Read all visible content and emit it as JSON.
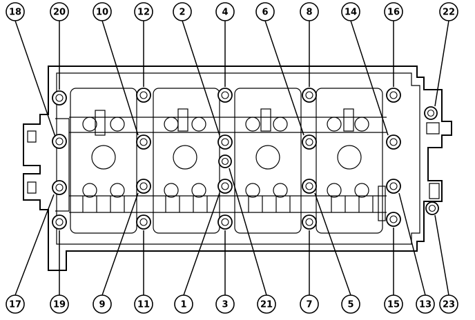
{
  "callouts": {
    "top": [
      "18",
      "20",
      "10",
      "12",
      "2",
      "4",
      "6",
      "8",
      "14",
      "16",
      "22"
    ],
    "bottom": [
      "17",
      "19",
      "9",
      "11",
      "1",
      "3",
      "21",
      "7",
      "5",
      "15",
      "13",
      "23"
    ]
  }
}
